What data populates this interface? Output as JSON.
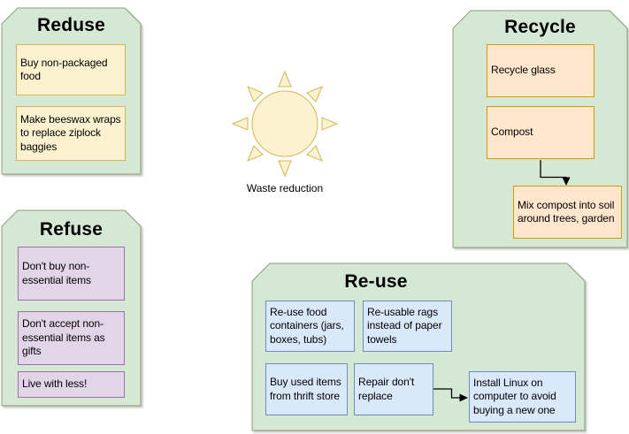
{
  "diagram": {
    "background": "#ffffff",
    "center": {
      "label": "Waste reduction",
      "icon": "sun-icon",
      "sun_fill": "#fdf2cf",
      "sun_stroke": "#d6b656"
    },
    "colors": {
      "panel_fill": "#d5e8d4",
      "panel_stroke": "#8b9d77",
      "connector": "#000000",
      "yellow_fill": "#fdf2cf",
      "yellow_stroke": "#d6b656",
      "orange_fill": "#ffe6cc",
      "orange_stroke": "#d79b00",
      "purple_fill": "#e1d5e7",
      "purple_stroke": "#9673a6",
      "blue_fill": "#dae8fc",
      "blue_stroke": "#6c8ebf"
    },
    "panels": [
      {
        "id": "reduse",
        "title": "Reduse",
        "item_color": "yellow",
        "items": [
          {
            "text": "Buy non-packaged food"
          },
          {
            "text": "Make beeswax wraps to replace ziplock baggies"
          }
        ]
      },
      {
        "id": "recycle",
        "title": "Recycle",
        "item_color": "orange",
        "items": [
          {
            "text": "Recycle glass"
          },
          {
            "text": "Compost"
          },
          {
            "text": "Mix compost into soil around trees, garden"
          }
        ]
      },
      {
        "id": "refuse",
        "title": "Refuse",
        "item_color": "purple",
        "items": [
          {
            "text": "Don't buy non-essential items"
          },
          {
            "text": "Don't accept non-essential items as gifts"
          },
          {
            "text": "Live with less!"
          }
        ]
      },
      {
        "id": "reuse",
        "title": "Re-use",
        "item_color": "blue",
        "items": [
          {
            "text": "Re-use food containers (jars, boxes, tubs)"
          },
          {
            "text": "Re-usable rags instead of paper towels"
          },
          {
            "text": "Buy used items from thrift store"
          },
          {
            "text": "Repair don't replace"
          },
          {
            "text": "Install Linux on computer to avoid buying a new one"
          }
        ]
      }
    ],
    "connectors": [
      {
        "from": "Compost",
        "to": "Mix compost into soil around trees, garden"
      },
      {
        "from": "Repair don't replace",
        "to": "Install Linux on computer to avoid buying a new one"
      }
    ]
  }
}
